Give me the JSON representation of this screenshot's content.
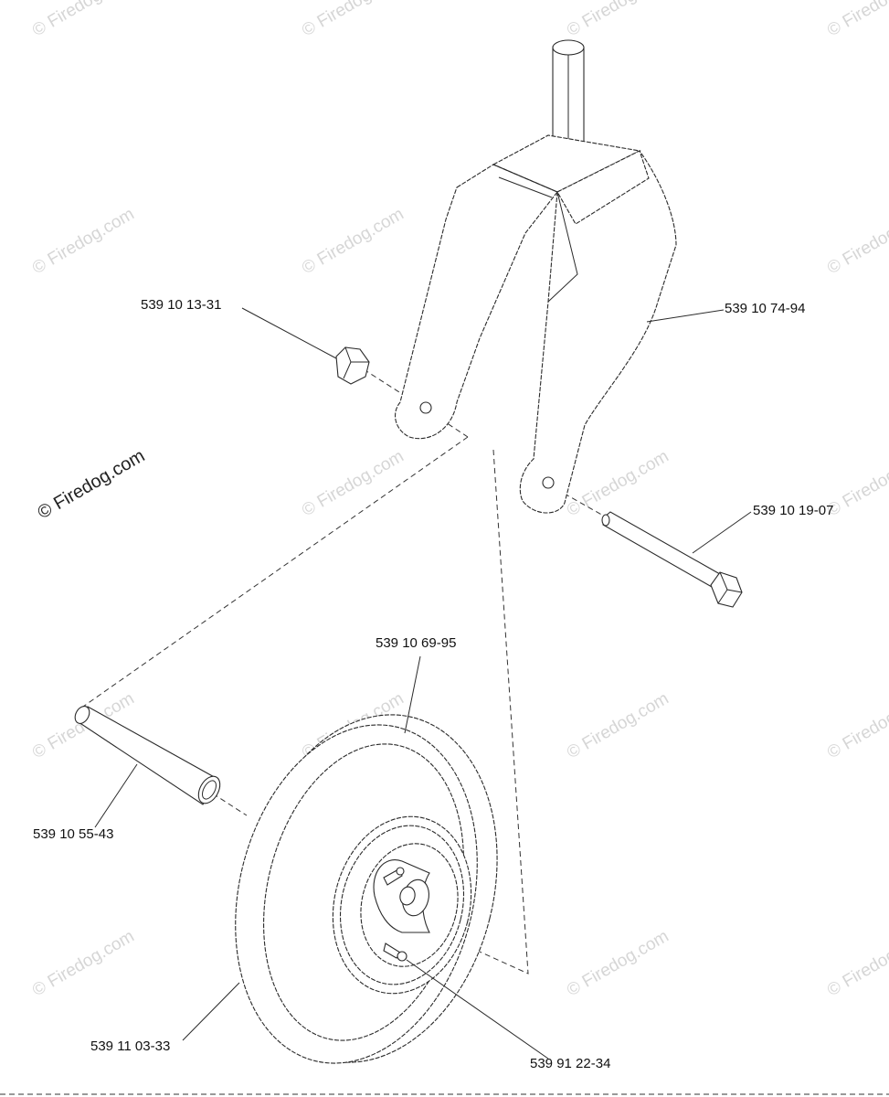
{
  "watermark": {
    "text": "© Firedog.com"
  },
  "parts": {
    "caster_fork": "539 10 74-94",
    "lock_nut": "539 10 13-31",
    "bolt": "539 10 19-07",
    "tire": "539 10 69-95",
    "spacer_tube": "539 10 55-43",
    "wheel_assembly": "539 11 03-33",
    "grease_fitting": "539 91 22-34"
  }
}
